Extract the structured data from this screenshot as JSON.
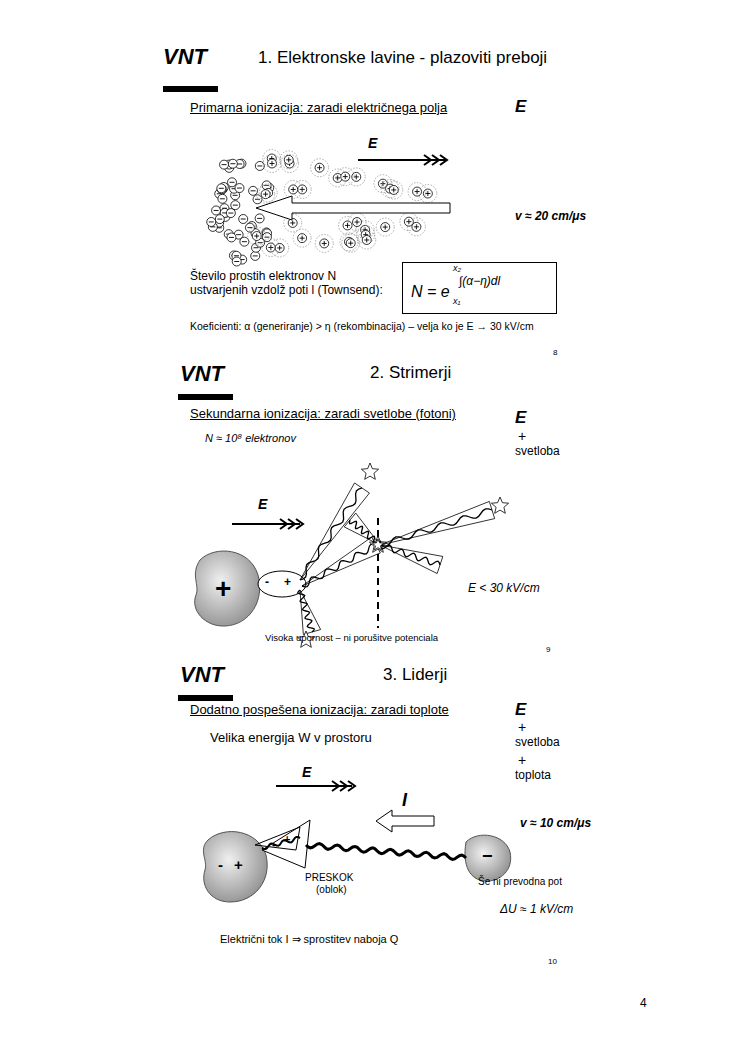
{
  "diagram": {
    "nodes": [
      {
        "text": [
          "N = e",
          "x₂",
          "x₁",
          "∫(α−η)dl"
        ]
      }
    ],
    "labels": [
      "VNT",
      "1. Elektronske lavine - plazoviti preboji",
      "Primarna ionizacija: zaradi električnega polja",
      "E",
      "E",
      "v ≈ 20 cm/μs",
      "Število prostih elektronov N ustvarjenih vzdolž poti l (Townsend):",
      "Koeficienti: α (generiranje) > η (rekombinacija) – velja ko je E → 30 kV/cm",
      "8",
      "VNT",
      "2. Strimerji",
      "Sekundarna ionizacija: zaradi svetlobe (fotoni)",
      "E",
      "+",
      "svetloba",
      "N ≈ 10⁸ elektronov",
      "E",
      "+",
      "-",
      "+",
      "E < 30 kV/cm",
      "Visoka upornost – ni porušitve potenciala",
      "9",
      "VNT",
      "3. Liderji",
      "Dodatno pospešena ionizacija: zaradi toplote",
      "E",
      "+",
      "svetloba",
      "+",
      "toplota",
      "Velika energija W v prostoru",
      "E",
      "I",
      "v ≈ 10 cm/μs",
      "-",
      "+",
      "-",
      "+",
      "−",
      "PRESKOK",
      "(oblok)",
      "Še ni prevodna pot",
      "ΔU ≈ 1 kV/cm",
      "Električni tok I ⇒ sprostitev naboja Q",
      "10",
      "4"
    ]
  }
}
